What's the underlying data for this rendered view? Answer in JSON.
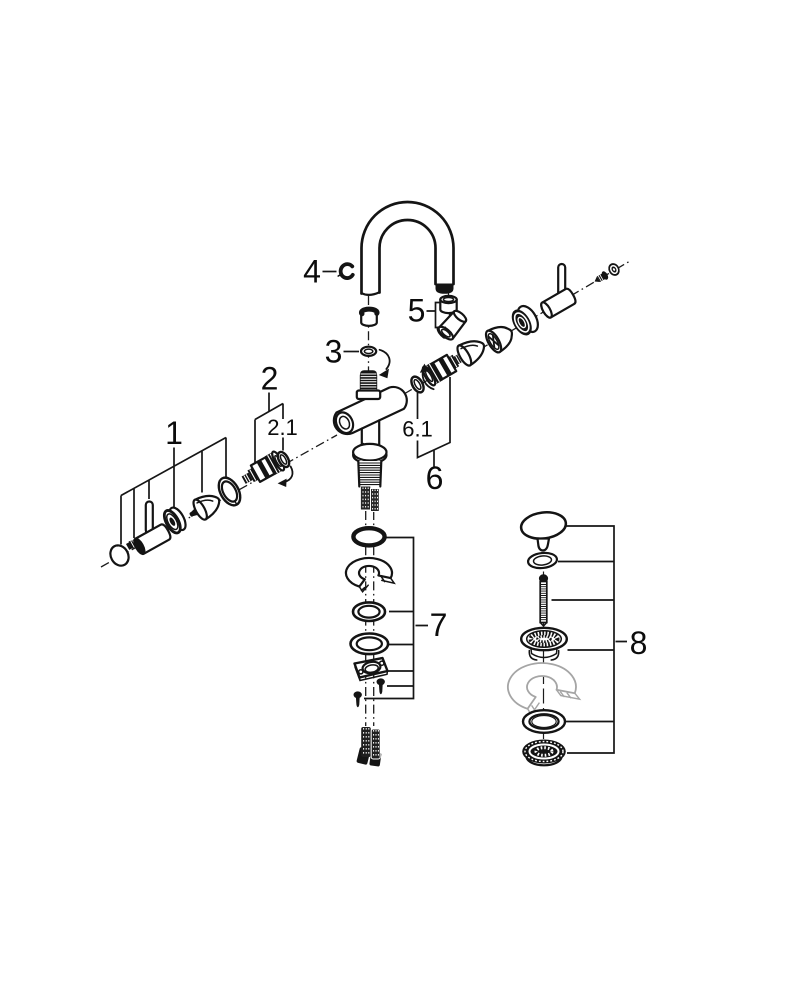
{
  "diagram": {
    "type": "exploded-parts-diagram",
    "colors": {
      "line": "#141414",
      "ghost": "#a5a5a5",
      "background": "#ffffff"
    },
    "callouts": {
      "c1": {
        "label": "1"
      },
      "c2": {
        "label": "2"
      },
      "c2_1": {
        "label": "2.1"
      },
      "c3": {
        "label": "3"
      },
      "c4": {
        "label": "4"
      },
      "c5": {
        "label": "5"
      },
      "c6": {
        "label": "6"
      },
      "c6_1": {
        "label": "6.1"
      },
      "c7": {
        "label": "7"
      },
      "c8": {
        "label": "8"
      }
    }
  }
}
